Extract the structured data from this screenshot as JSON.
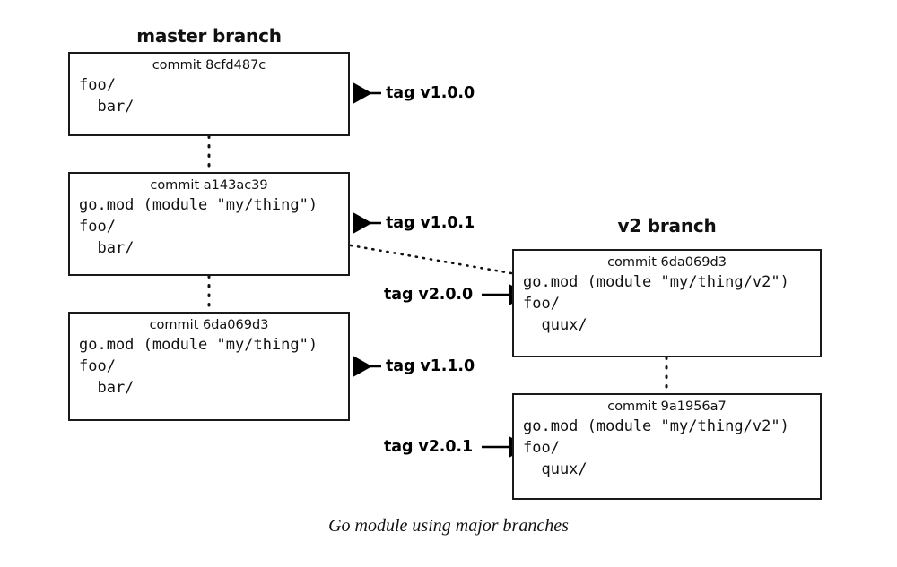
{
  "figure": {
    "caption": "Go module using major branches",
    "background_color": "#ffffff",
    "line_color": "#1a1a1a"
  },
  "branches": [
    {
      "id": "master",
      "heading": "master branch",
      "commits": [
        {
          "id": "master-c1",
          "title": "commit 8cfd487c",
          "body": "foo/\n  bar/"
        },
        {
          "id": "master-c2",
          "title": "commit a143ac39",
          "body": "go.mod (module \"my/thing\")\nfoo/\n  bar/"
        },
        {
          "id": "master-c3",
          "title": "commit 6da069d3",
          "body": "go.mod (module \"my/thing\")\nfoo/\n  bar/"
        }
      ]
    },
    {
      "id": "v2",
      "heading": "v2 branch",
      "commits": [
        {
          "id": "v2-c1",
          "title": "commit 6da069d3",
          "body": "go.mod (module \"my/thing/v2\")\nfoo/\n  quux/"
        },
        {
          "id": "v2-c2",
          "title": "commit 9a1956a7",
          "body": "go.mod (module \"my/thing/v2\")\nfoo/\n  quux/"
        }
      ]
    }
  ],
  "tags": [
    {
      "id": "tag-v100",
      "label": "tag v1.0.0",
      "arrow": "left",
      "target": "master-c1"
    },
    {
      "id": "tag-v101",
      "label": "tag v1.0.1",
      "arrow": "left",
      "target": "master-c2"
    },
    {
      "id": "tag-v110",
      "label": "tag v1.1.0",
      "arrow": "left",
      "target": "master-c3"
    },
    {
      "id": "tag-v200",
      "label": "tag v2.0.0",
      "arrow": "right",
      "target": "v2-c1"
    },
    {
      "id": "tag-v201",
      "label": "tag v2.0.1",
      "arrow": "right",
      "target": "v2-c2"
    }
  ],
  "connectors": [
    {
      "id": "master-c1-to-c2",
      "style": "dotted",
      "orientation": "vertical"
    },
    {
      "id": "master-c2-to-c3",
      "style": "dotted",
      "orientation": "vertical"
    },
    {
      "id": "master-c2-to-v2-c1",
      "style": "dotted",
      "orientation": "diagonal"
    },
    {
      "id": "v2-c1-to-c2",
      "style": "dotted",
      "orientation": "vertical"
    }
  ]
}
